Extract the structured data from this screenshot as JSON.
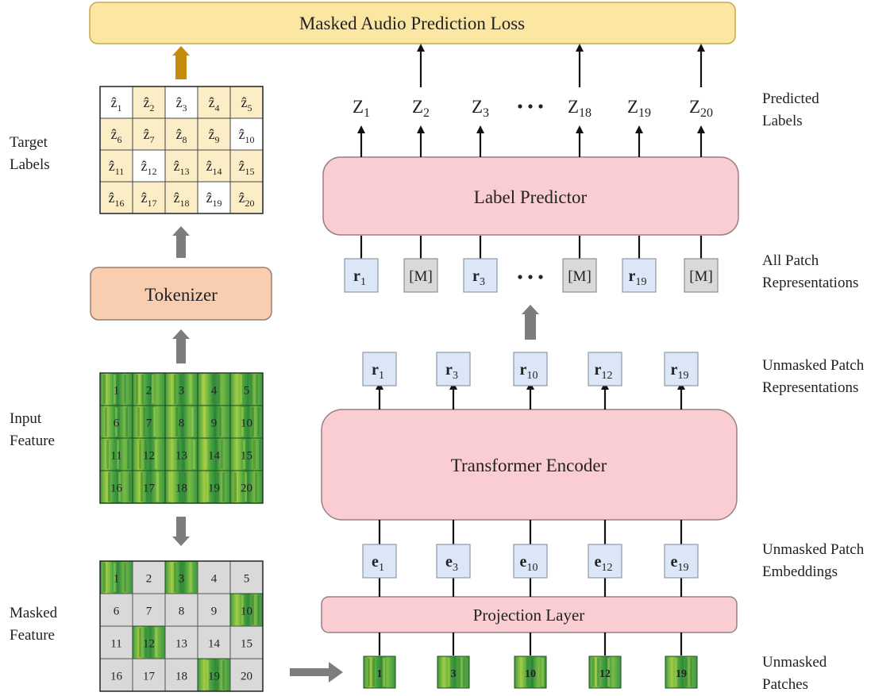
{
  "loss": {
    "label": "Masked Audio Prediction Loss",
    "fill": "#fbe6a2",
    "stroke": "#c9a94a"
  },
  "label_predictor": {
    "label": "Label Predictor",
    "fill": "#f9cdd1",
    "stroke": "#9b7f82"
  },
  "transformer_encoder": {
    "label": "Transformer Encoder",
    "fill": "#f9cdd1",
    "stroke": "#9b7f82"
  },
  "projection_layer": {
    "label": "Projection Layer",
    "fill": "#f9cdd1",
    "stroke": "#9b7f82"
  },
  "tokenizer": {
    "label": "Tokenizer",
    "fill": "#f8cdb0",
    "stroke": "#9a7e6c"
  },
  "side_labels": {
    "target": [
      "Target",
      "Labels"
    ],
    "input": [
      "Input",
      "Feature"
    ],
    "masked": [
      "Masked",
      "Feature"
    ],
    "predicted": [
      "Predicted",
      "Labels"
    ],
    "all_patch": [
      "All Patch",
      "Representations"
    ],
    "unmasked_rep": [
      "Unmasked Patch",
      "Representations"
    ],
    "unmasked_emb": [
      "Unmasked Patch",
      "Embeddings"
    ],
    "unmasked_patches": [
      "Unmasked",
      "Patches"
    ]
  },
  "predicted_labels": [
    {
      "base": "Z",
      "sub": "1"
    },
    {
      "base": "Z",
      "sub": "2"
    },
    {
      "base": "Z",
      "sub": "3"
    },
    {
      "base": "ellipsis",
      "sub": ""
    },
    {
      "base": "Z",
      "sub": "18"
    },
    {
      "base": "Z",
      "sub": "19"
    },
    {
      "base": "Z",
      "sub": "20"
    }
  ],
  "all_patch_reps": [
    {
      "kind": "r",
      "text": "r",
      "sub": "1"
    },
    {
      "kind": "mask",
      "text": "[M]",
      "sub": ""
    },
    {
      "kind": "r",
      "text": "r",
      "sub": "3"
    },
    {
      "kind": "ellipsis",
      "text": "",
      "sub": ""
    },
    {
      "kind": "mask",
      "text": "[M]",
      "sub": ""
    },
    {
      "kind": "r",
      "text": "r",
      "sub": "19"
    },
    {
      "kind": "mask",
      "text": "[M]",
      "sub": ""
    }
  ],
  "unmasked_reps": [
    {
      "text": "r",
      "sub": "1"
    },
    {
      "text": "r",
      "sub": "3"
    },
    {
      "text": "r",
      "sub": "10"
    },
    {
      "text": "r",
      "sub": "12"
    },
    {
      "text": "r",
      "sub": "19"
    }
  ],
  "embeddings": [
    {
      "text": "e",
      "sub": "1"
    },
    {
      "text": "e",
      "sub": "3"
    },
    {
      "text": "e",
      "sub": "10"
    },
    {
      "text": "e",
      "sub": "12"
    },
    {
      "text": "e",
      "sub": "19"
    }
  ],
  "unmasked_patches": [
    "1",
    "3",
    "10",
    "12",
    "19"
  ],
  "target_grid": {
    "cells": [
      {
        "sub": "1",
        "hl": false
      },
      {
        "sub": "2",
        "hl": true
      },
      {
        "sub": "3",
        "hl": false
      },
      {
        "sub": "4",
        "hl": true
      },
      {
        "sub": "5",
        "hl": true
      },
      {
        "sub": "6",
        "hl": true
      },
      {
        "sub": "7",
        "hl": true
      },
      {
        "sub": "8",
        "hl": true
      },
      {
        "sub": "9",
        "hl": true
      },
      {
        "sub": "10",
        "hl": false
      },
      {
        "sub": "11",
        "hl": true
      },
      {
        "sub": "12",
        "hl": false
      },
      {
        "sub": "13",
        "hl": true
      },
      {
        "sub": "14",
        "hl": true
      },
      {
        "sub": "15",
        "hl": true
      },
      {
        "sub": "16",
        "hl": true
      },
      {
        "sub": "17",
        "hl": true
      },
      {
        "sub": "18",
        "hl": true
      },
      {
        "sub": "19",
        "hl": false
      },
      {
        "sub": "20",
        "hl": true
      }
    ],
    "highlight_fill": "#fbeec6"
  },
  "input_grid": [
    "1",
    "2",
    "3",
    "4",
    "5",
    "6",
    "7",
    "8",
    "9",
    "10",
    "11",
    "12",
    "13",
    "14",
    "15",
    "16",
    "17",
    "18",
    "19",
    "20"
  ],
  "masked_grid": {
    "cells": [
      "1",
      "2",
      "3",
      "4",
      "5",
      "6",
      "7",
      "8",
      "9",
      "10",
      "11",
      "12",
      "13",
      "14",
      "15",
      "16",
      "17",
      "18",
      "19",
      "20"
    ],
    "unmasked": [
      "1",
      "3",
      "10",
      "12",
      "19"
    ],
    "masked_fill": "#d9d9d9"
  },
  "colors": {
    "rep_fill": "#dbe6f6",
    "rep_stroke": "#8e99ab",
    "mask_fill": "#d9d9d9",
    "mask_stroke": "#8f8f8f",
    "gray_arrow": "#7d7d7d",
    "gold_arrow": "#c48b0c",
    "patch_green": "#4fa841",
    "patch_green_dark": "#2f7c2e",
    "patch_yellow": "#b6cf3c"
  }
}
